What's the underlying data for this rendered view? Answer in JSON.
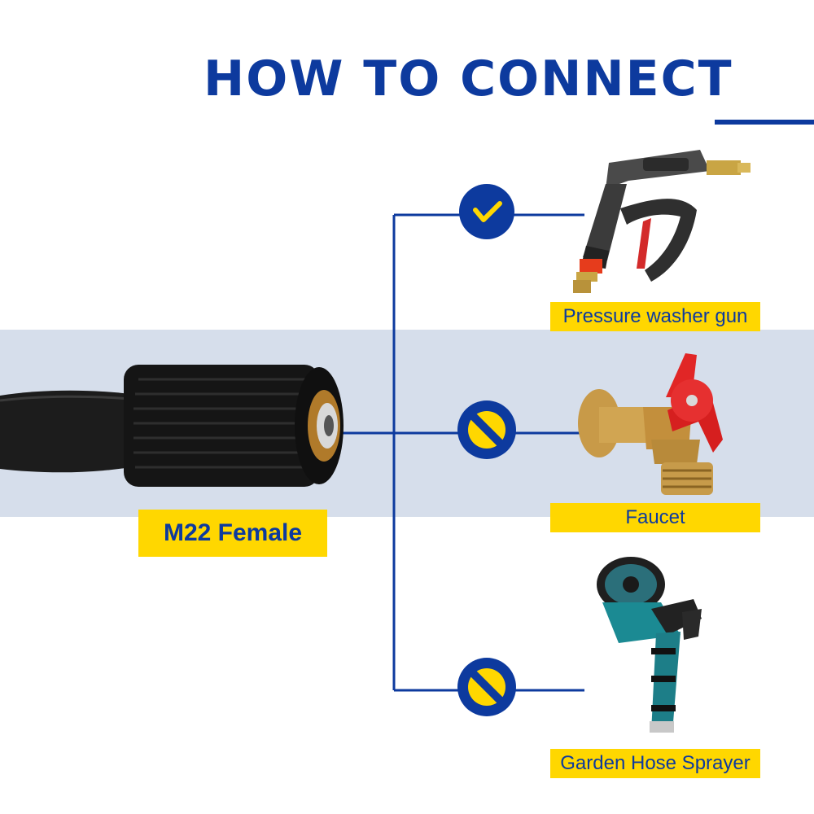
{
  "header": {
    "title": "HOW TO CONNECT"
  },
  "source_connector": {
    "label": "M22 Female"
  },
  "options": [
    {
      "label": "Pressure washer gun",
      "status": "compatible",
      "status_icon": "check-icon"
    },
    {
      "label": "Faucet",
      "status": "incompatible",
      "status_icon": "prohibited-icon"
    },
    {
      "label": "Garden Hose Sprayer",
      "status": "incompatible",
      "status_icon": "prohibited-icon"
    }
  ],
  "colors": {
    "brand_blue": "#0d3a9e",
    "label_yellow": "#ffd700",
    "band": "#d6deeb"
  }
}
